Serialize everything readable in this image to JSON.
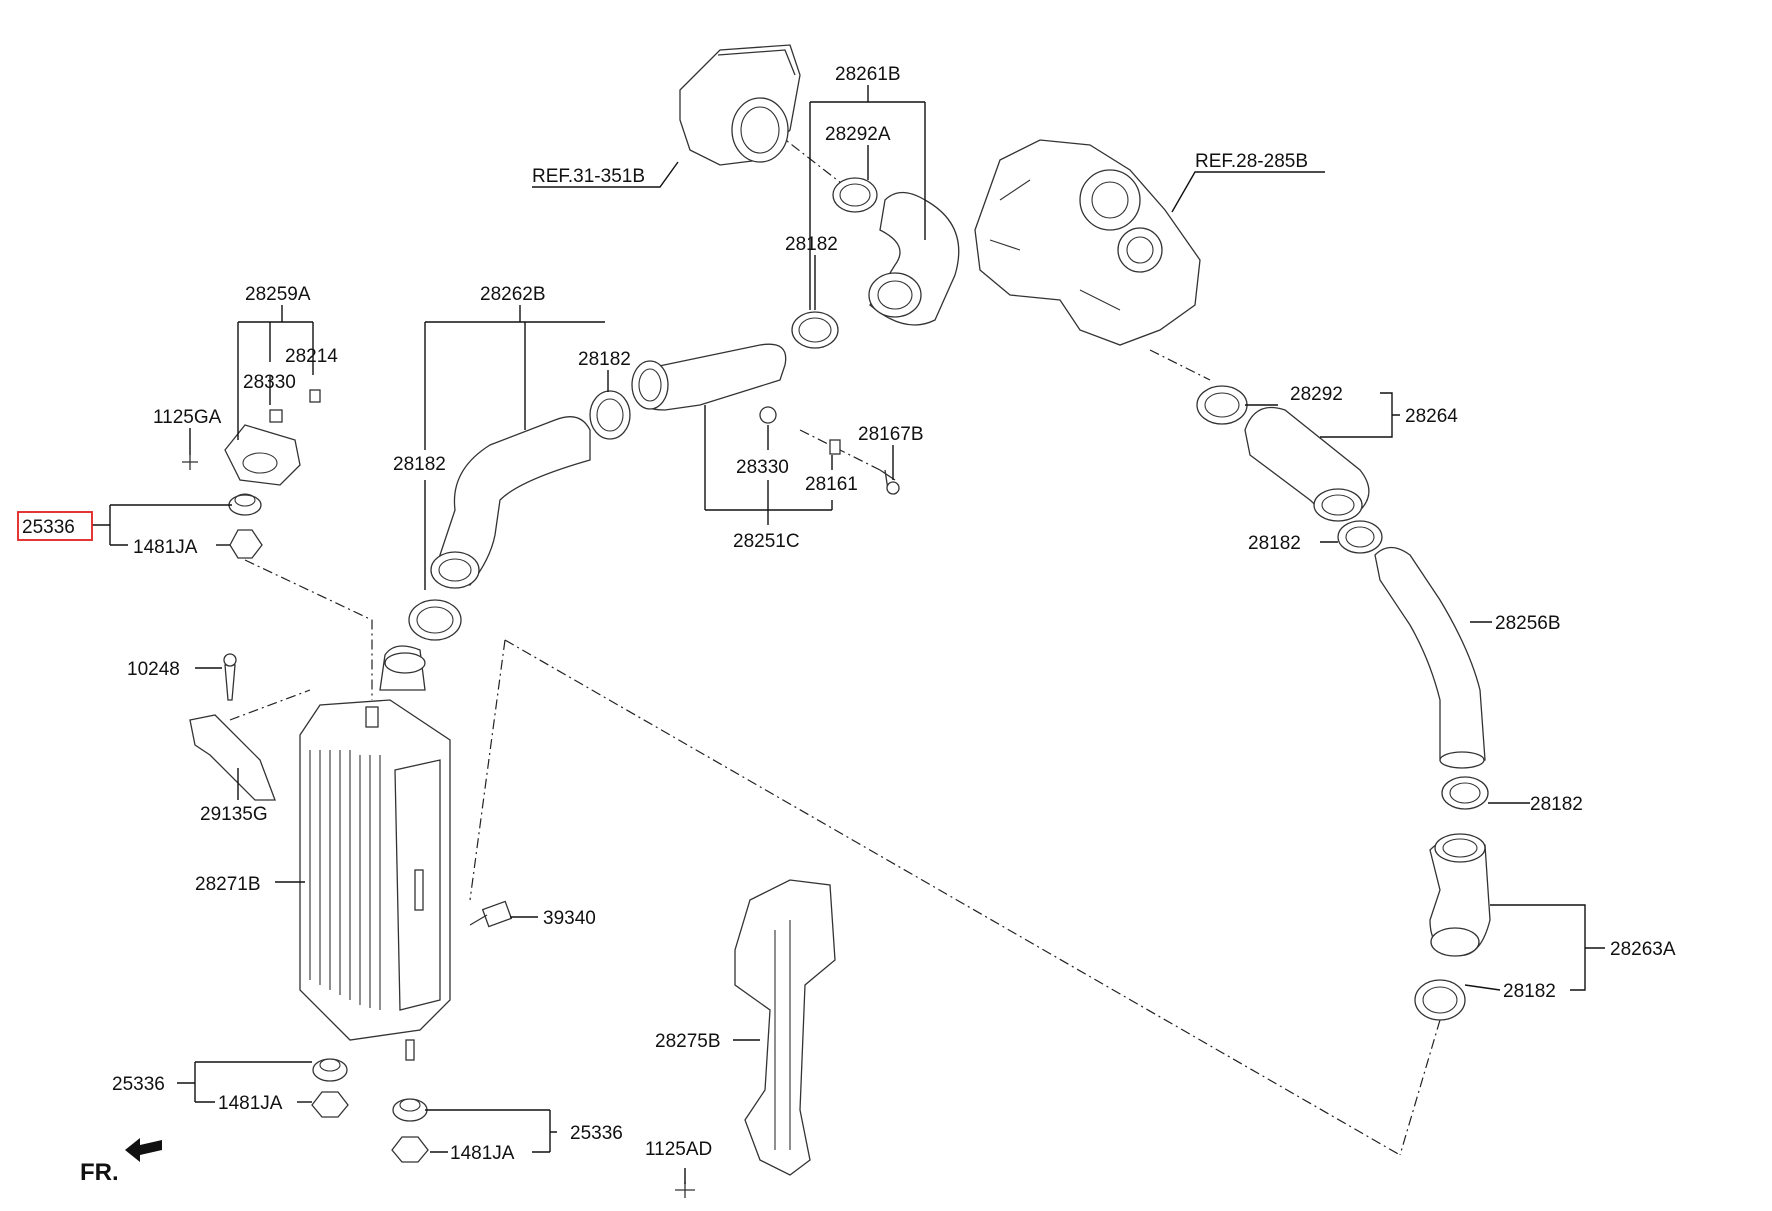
{
  "diagram": {
    "highlighted_part": "25336",
    "highlight_color": "#e02020",
    "direction_label": "FR.",
    "refs": {
      "ref_31_351b": "REF.31-351B",
      "ref_28_285b": "REF.28-285B"
    },
    "labels": {
      "p28261b": "28261B",
      "p28292a": "28292A",
      "p28182_top": "28182",
      "p28259a": "28259A",
      "p28214": "28214",
      "p28330_left": "28330",
      "p1125ga": "1125GA",
      "p28262b": "28262B",
      "p28182_mid": "28182",
      "p28182_left": "28182",
      "p25336_main": "25336",
      "p1481ja_top": "1481JA",
      "p28167b": "28167B",
      "p28330_mid": "28330",
      "p28161": "28161",
      "p28251c": "28251C",
      "p28292": "28292",
      "p28264": "28264",
      "p28182_right": "28182",
      "p28256b": "28256B",
      "p10248": "10248",
      "p29135g": "29135G",
      "p28271b": "28271B",
      "p39340": "39340",
      "p28182_lower_right": "28182",
      "p28263a": "28263A",
      "p28182_bottom_right": "28182",
      "p28275b": "28275B",
      "p25336_bl": "25336",
      "p1481ja_bl": "1481JA",
      "p25336_bc": "25336",
      "p1481ja_bc": "1481JA",
      "p1125ad": "1125AD"
    }
  }
}
